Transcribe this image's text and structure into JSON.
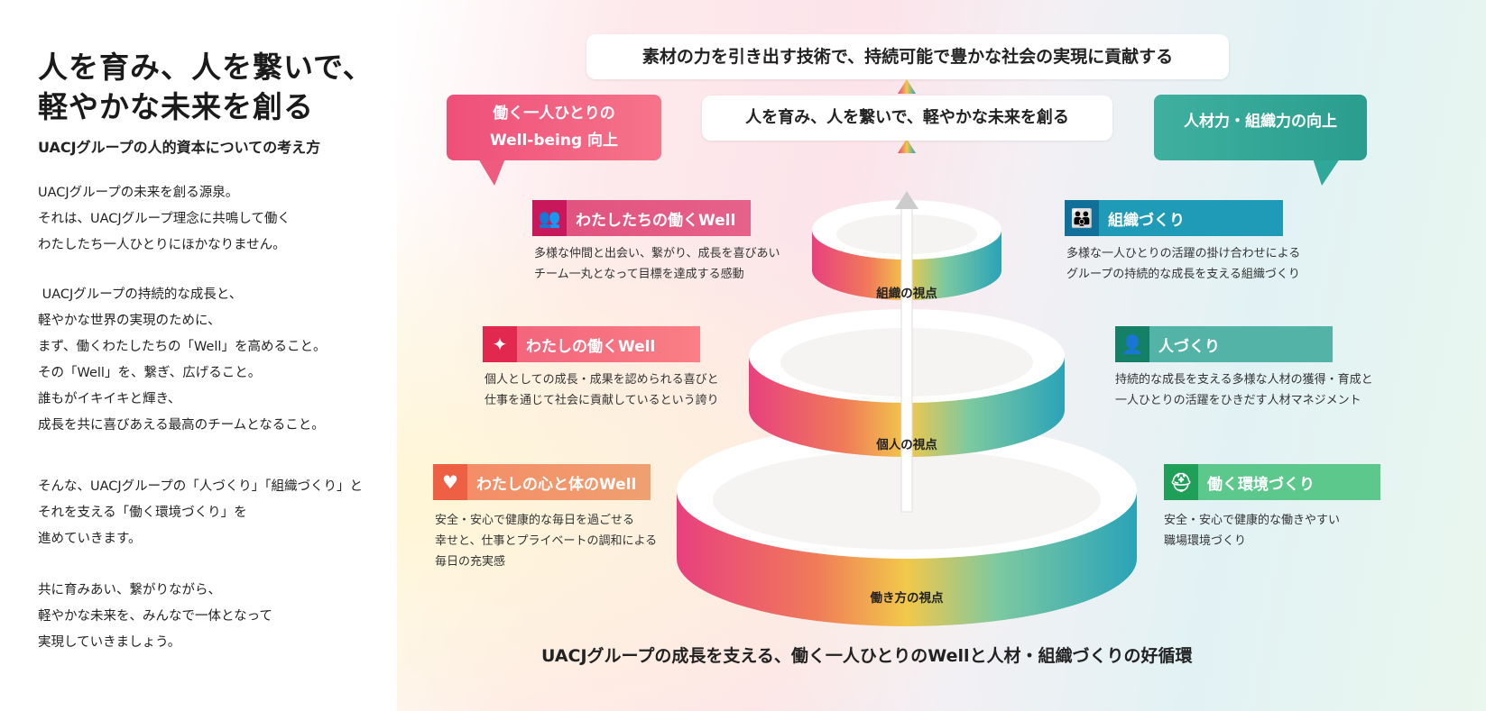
{
  "left": {
    "title_line1": "人を育み、人を繋いで、",
    "title_line2": "軽やかな未来を創る",
    "subtitle": "UACJグループの人的資本についての考え方",
    "paragraphs": [
      "UACJグループの未来を創る源泉。\nそれは、UACJグループ理念に共鳴して働く\nわたしたち一人ひとりにほかなりません。",
      " UACJグループの持続的な成長と、\n軽やかな世界の実現のために、\nまず、働くわたしたちの「Well」を高めること。\nその「Well」を、繋ぎ、広げること。\n誰もがイキイキと輝き、\n成長を共に喜びあえる最高のチームとなること。",
      "そんな、UACJグループの「人づくり」「組織づくり」と\nそれを支える「働く環境づくり」を\n進めていきます。",
      "共に育みあい、繋がりながら、\n軽やかな未来を、みんなで一体となって\n実現していきましょう。"
    ]
  },
  "diagram": {
    "top_bubble": "素材の力を引き出す技術で、持続可能で豊かな社会の実現に貢献する",
    "middle_bubble": "人を育み、人を繋いで、軽やかな未来を創る",
    "left_bubble_line1": "働く一人ひとりの",
    "left_bubble_line2": "Well-being 向上",
    "right_bubble": "人材力・組織力の向上",
    "left_items": [
      {
        "icon": "team-icon",
        "label": "わたしたちの働くWell",
        "desc": "多様な仲間と出会い、繋がり、成長を喜びあい\nチーム一丸となって目標を達成する感動",
        "color": "#e0507e"
      },
      {
        "icon": "jumping-person-icon",
        "label": "わたしの働くWell",
        "desc": "個人としての成長・成果を認められる喜びと\n仕事を通じて社会に貢献しているという誇り",
        "color": "#f46f7a"
      },
      {
        "icon": "heart-person-icon",
        "label": "わたしの心と体のWell",
        "desc": "安全・安心で健康的な毎日を過ごせる\n幸せと、仕事とプライベートの調和による\n毎日の充実感",
        "color": "#f29a6b"
      }
    ],
    "right_items": [
      {
        "icon": "organization-icon",
        "label": "組織づくり",
        "desc": "多様な一人ひとりの活躍の掛け合わせによる\nグループの持続的な成長を支える組織づくり",
        "color": "#1f9bb8"
      },
      {
        "icon": "people-icon",
        "label": "人づくり",
        "desc": "持続的な成長を支える多様な人材の獲得・育成と\n一人ひとりの活躍をひきだす人材マネジメント",
        "color": "#4bb3a4"
      },
      {
        "icon": "helmet-icon",
        "label": "働く環境づくり",
        "desc": "安全・安心で健康的な働きやすい\n職場環境づくり",
        "color": "#55c48a"
      }
    ],
    "tiers": [
      "組織の視点",
      "個人の視点",
      "働き方の視点"
    ],
    "caption": "UACJグループの成長を支える、働く一人ひとりのWellと人材・組織づくりの好循環"
  }
}
